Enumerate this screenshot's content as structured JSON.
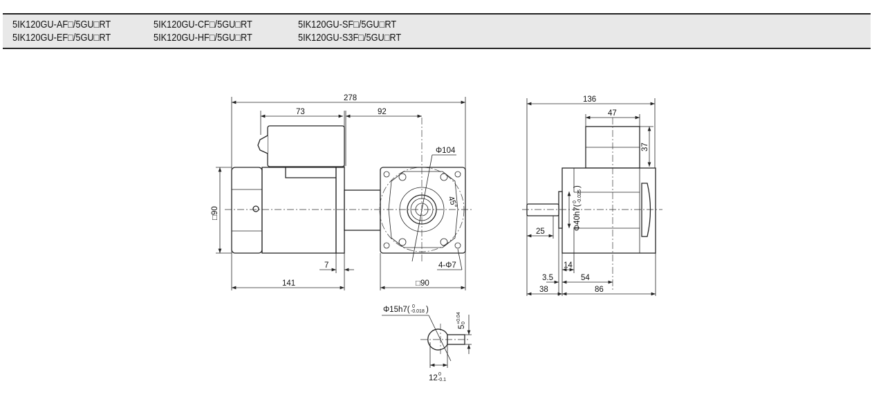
{
  "header": {
    "models": [
      [
        "5IK120GU-AF□/5GU□RT",
        "5IK120GU-EF□/5GU□RT"
      ],
      [
        "5IK120GU-CF□/5GU□RT",
        "5IK120GU-HF□/5GU□RT"
      ],
      [
        "5IK120GU-SF□/5GU□RT",
        "5IK120GU-S3F□/5GU□RT"
      ]
    ]
  },
  "front_view": {
    "overall_length": "278",
    "terminal_box_length": "73",
    "shaft_offset": "92",
    "pcd": "Φ104",
    "bolt_angle": "45°",
    "mount_holes": "4-Φ7",
    "motor_square": "□90",
    "flange_thickness": "7",
    "motor_length": "141",
    "gear_square": "□90"
  },
  "side_view": {
    "overall": "136",
    "box_width": "47",
    "box_height": "37",
    "pilot_dia": "Φ40h7(",
    "pilot_tol_upper": "0",
    "pilot_tol_lower": "-0.025",
    "pilot_close": ")",
    "shaft_length": "25",
    "pilot_depth": "14",
    "pilot_height": "3.5",
    "center_offset": "54",
    "shaft_total": "38",
    "body_depth": "86"
  },
  "shaft_detail": {
    "shaft_dia": "Φ15h7(",
    "shaft_tol_upper": "0",
    "shaft_tol_lower": "-0.018",
    "shaft_close": ")",
    "key_width": "5",
    "key_tol_upper": "+0.04",
    "key_tol_lower": "0",
    "flat_dim": "12",
    "flat_tol_upper": "0",
    "flat_tol_lower": "-0.1"
  }
}
